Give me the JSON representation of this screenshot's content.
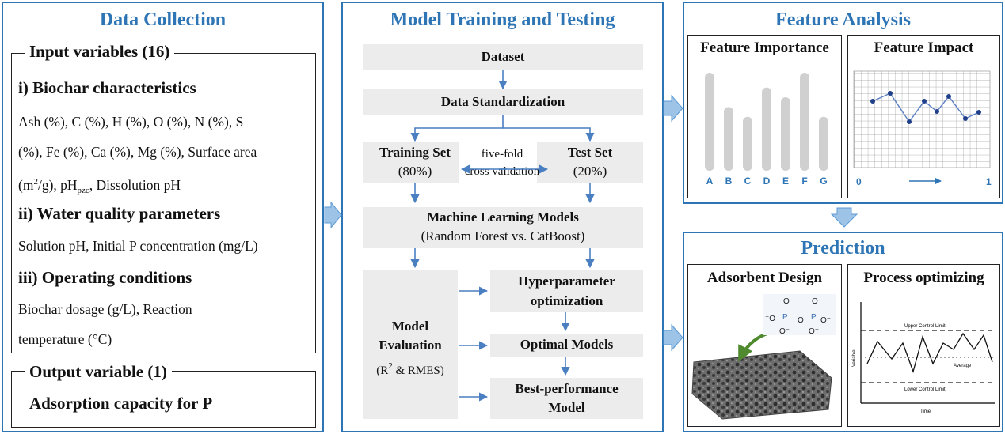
{
  "data_collection": {
    "title": "Data Collection",
    "input_group": "Input variables (16)",
    "biochar_heading": "i) Biochar characteristics",
    "biochar_line1": "Ash (%), C (%), H (%), O (%), N (%), S",
    "biochar_line2": "(%), Fe (%), Ca (%), Mg (%), Surface area",
    "biochar_line3_pre": "(m",
    "biochar_line3_sup": "2",
    "biochar_line3_mid": "/g), pH",
    "biochar_line3_sub": "pzc",
    "biochar_line3_post": ", Dissolution pH",
    "water_heading": "ii) Water quality parameters",
    "water_line1": "Solution pH, Initial P concentration (mg/L)",
    "operating_heading": "iii) Operating conditions",
    "operating_line1": "Biochar dosage (g/L), Reaction",
    "operating_line2": "temperature (°C)",
    "output_group": "Output variable (1)",
    "output_text": "Adsorption capacity for P"
  },
  "model": {
    "title": "Model Training and Testing",
    "dataset": "Dataset",
    "standardization": "Data Standardization",
    "training_set": "Training Set",
    "training_pct": "(80%)",
    "test_set": "Test Set",
    "test_pct": "(20%)",
    "cv_line1": "five-fold",
    "cv_line2": "cross validation",
    "ml_title": "Machine Learning Models",
    "ml_sub": "(Random Forest vs. CatBoost)",
    "eval_line1": "Model",
    "eval_line2": "Evaluation",
    "eval_metric_pre": "(R",
    "eval_metric_sup": "2",
    "eval_metric_post": " & RMES)",
    "hyper_line1": "Hyperparameter",
    "hyper_line2": "optimization",
    "optimal": "Optimal Models",
    "best_line1": "Best-performance",
    "best_line2": "Model"
  },
  "feature_analysis": {
    "title": "Feature Analysis",
    "importance_title": "Feature Importance",
    "impact_title": "Feature Impact",
    "importance_labels": [
      "A",
      "B",
      "C",
      "D",
      "E",
      "F",
      "G"
    ],
    "importance_levels": [
      1.0,
      0.65,
      0.55,
      0.85,
      0.75,
      1.0,
      0.55
    ],
    "impact_start": "0",
    "impact_end": "1",
    "accent": "#2e75b6"
  },
  "prediction": {
    "title": "Prediction",
    "design_title": "Adsorbent Design",
    "process_title": "Process optimizing",
    "ucl": "Upper Control Limit",
    "lcl": "Lower Control Limit",
    "average": "Average",
    "axis_y": "Variable",
    "axis_x": "Time",
    "molecule": {
      "o_minus": "⁻O",
      "p": "P",
      "o": "O",
      "o_minus_right": "O⁻",
      "o_minus_bottom": "O⁻"
    }
  }
}
